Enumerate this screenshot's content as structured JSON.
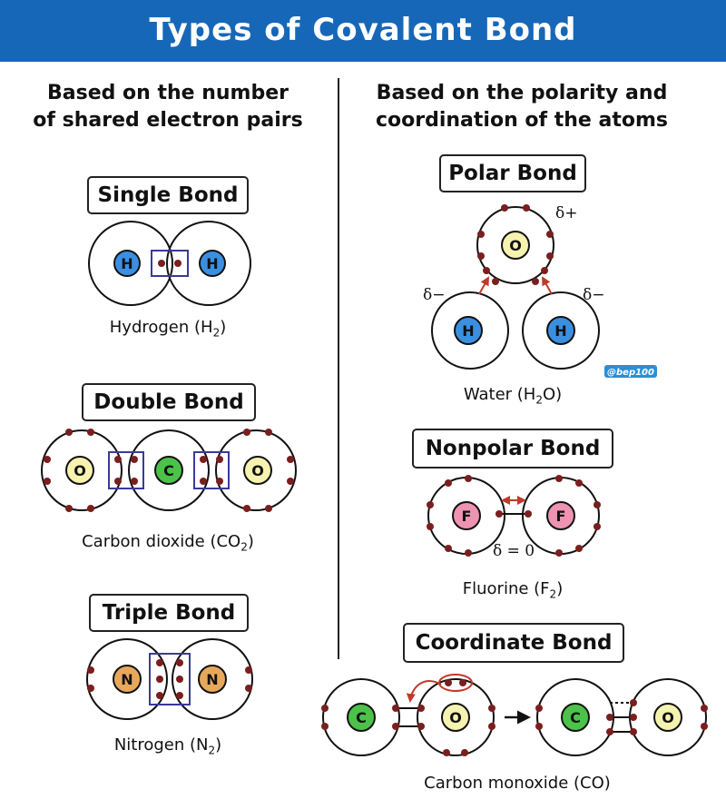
{
  "title": "Types of Covalent Bond",
  "left_column": {
    "heading_line1": "Based on the number",
    "heading_line2": "of shared electron pairs",
    "single": {
      "label": "Single Bond",
      "caption": "Hydrogen (H",
      "caption_sub": "2",
      "caption_end": ")",
      "atom": "H"
    },
    "double": {
      "label": "Double Bond",
      "caption": "Carbon dioxide (CO",
      "caption_sub": "2",
      "caption_end": ")",
      "atom_outer": "O",
      "atom_center": "C"
    },
    "triple": {
      "label": "Triple Bond",
      "caption": "Nitrogen (N",
      "caption_sub": "2",
      "caption_end": ")",
      "atom": "N"
    }
  },
  "right_column": {
    "heading_line1": "Based on the polarity and",
    "heading_line2": "coordination of the atoms",
    "polar": {
      "label": "Polar Bond",
      "caption_a": "Water (H",
      "caption_sub": "2",
      "caption_b": "O)",
      "atom_o": "O",
      "atom_h": "H",
      "delta_plus": "δ+",
      "delta_minus": "δ−",
      "watermark": "@bep100"
    },
    "nonpolar": {
      "label": "Nonpolar Bond",
      "caption": "Fluorine (F",
      "caption_sub": "2",
      "caption_end": ")",
      "atom": "F",
      "delta_zero": "δ = 0"
    },
    "coordinate": {
      "label": "Coordinate Bond",
      "caption": "Carbon monoxide (CO)",
      "atom_c": "C",
      "atom_o": "O"
    }
  },
  "colors": {
    "banner": "#1767b8",
    "hydrogen": "#3b8fe0",
    "oxygen": "#f6f2b0",
    "carbon": "#4cc24a",
    "nitrogen": "#e8a85c",
    "fluorine": "#ee93b2",
    "electron": "#7a1e1e",
    "arrow": "#c0392b",
    "bond_box": "#3a3a9a"
  }
}
